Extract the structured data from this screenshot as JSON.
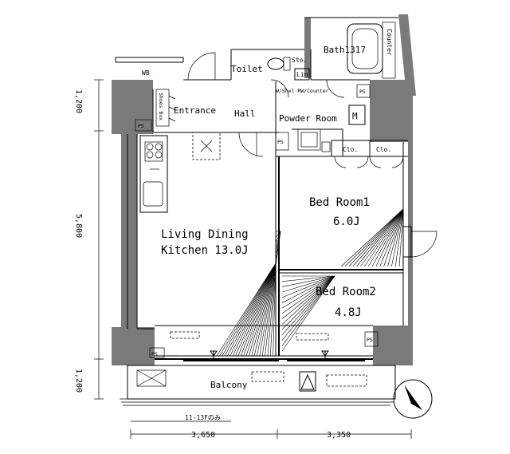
{
  "rooms": {
    "living": {
      "line1": "Living Dining",
      "line2": "Kitchen 13.0J"
    },
    "bed1": {
      "name": "Bed Room1",
      "size": "6.0J"
    },
    "bed2": {
      "name": "Bed Room2",
      "size": "4.8J"
    },
    "toilet": "Toilet",
    "bath": "Bath1317",
    "entrance": "Entrance",
    "hall": "Hall",
    "powder": "Powder Room",
    "balcony": "Balcony"
  },
  "small_labels": {
    "sto": "Sto.",
    "lin": "Lin",
    "counter": "Counter",
    "shoes_box": "Shoes Box",
    "wb": "WB",
    "clo1": "Clo.",
    "clo2": "Clo.",
    "ps": "PS",
    "mark_m": "M",
    "shower_counter": "W/Shel·RW/Counter",
    "note_floor": "11-13Fのみ"
  },
  "dimensions": {
    "left_top": "1,200",
    "left_mid": "5,800",
    "left_bottom": "1,200",
    "bottom_left": "3,650",
    "bottom_right": "3,350"
  },
  "compass": {
    "icon": "north-arrow-icon"
  }
}
